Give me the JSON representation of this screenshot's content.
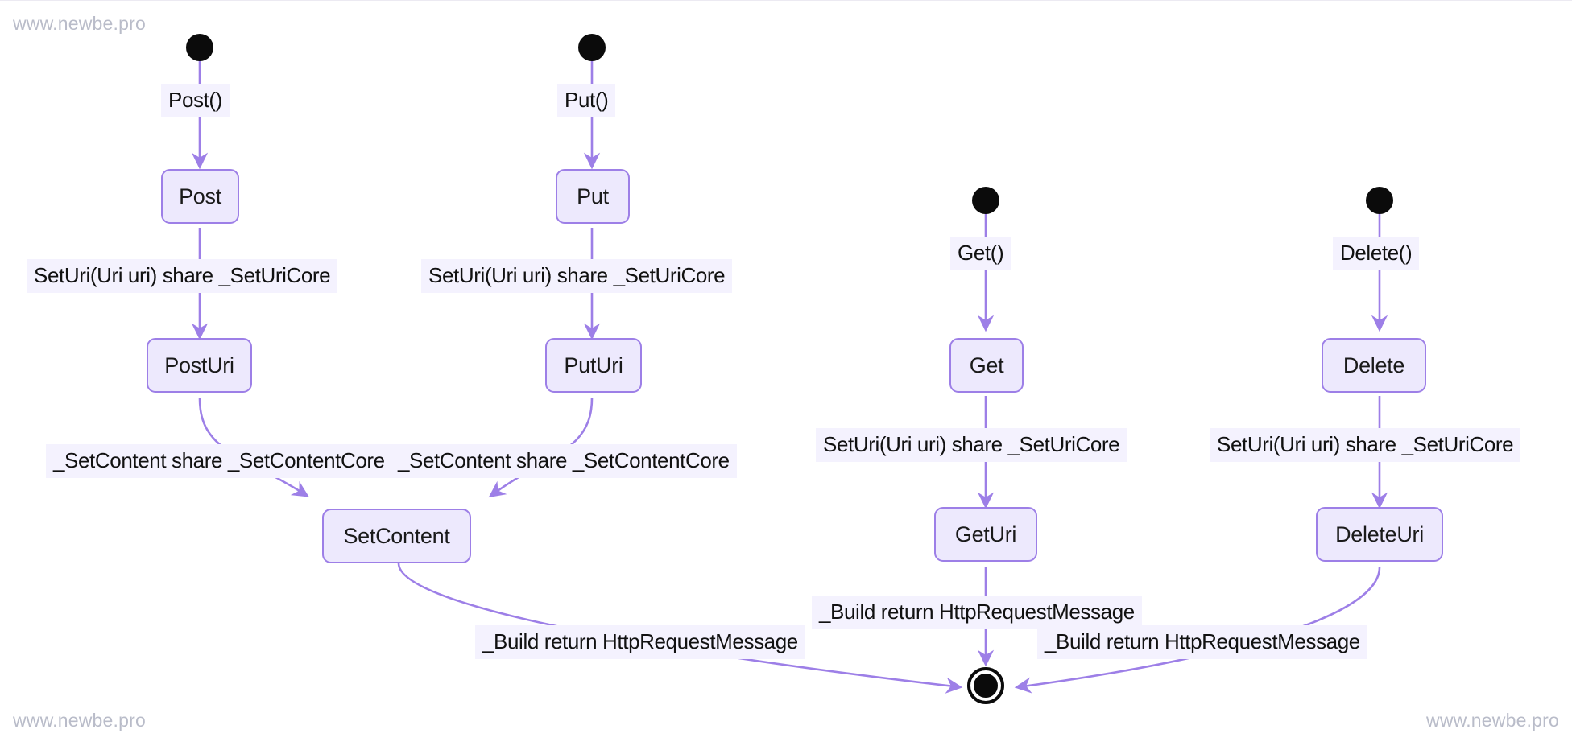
{
  "diagram": {
    "title": "HttpRequestMessage builder activity diagram",
    "type": "uml-activity-diagram",
    "colors": {
      "node_fill": "#EDE9FD",
      "node_border": "#9D7FE7",
      "edge_stroke": "#9D7FE7",
      "label_background": "#F4F2FE",
      "start_end_node": "#0B0B0B",
      "watermark_text": "#B9BCC9",
      "text": "#111111"
    }
  },
  "watermarks": {
    "top_left": "www.newbe.pro",
    "bottom_left": "www.newbe.pro",
    "bottom_right": "www.newbe.pro"
  },
  "nodes": [
    {
      "id": "start-post",
      "label": "",
      "kind": "start"
    },
    {
      "id": "start-put",
      "label": "",
      "kind": "start"
    },
    {
      "id": "start-get",
      "label": "",
      "kind": "start"
    },
    {
      "id": "start-delete",
      "label": "",
      "kind": "start"
    },
    {
      "id": "post",
      "label": "Post",
      "kind": "state"
    },
    {
      "id": "put",
      "label": "Put",
      "kind": "state"
    },
    {
      "id": "get",
      "label": "Get",
      "kind": "state"
    },
    {
      "id": "delete",
      "label": "Delete",
      "kind": "state"
    },
    {
      "id": "posturi",
      "label": "PostUri",
      "kind": "state"
    },
    {
      "id": "puturi",
      "label": "PutUri",
      "kind": "state"
    },
    {
      "id": "geturi",
      "label": "GetUri",
      "kind": "state"
    },
    {
      "id": "deleteuri",
      "label": "DeleteUri",
      "kind": "state"
    },
    {
      "id": "setcontent",
      "label": "SetContent",
      "kind": "state"
    },
    {
      "id": "end",
      "label": "",
      "kind": "end"
    }
  ],
  "edges": [
    {
      "from": "start-post",
      "to": "post",
      "label": "Post()"
    },
    {
      "from": "start-put",
      "to": "put",
      "label": "Put()"
    },
    {
      "from": "start-get",
      "to": "get",
      "label": "Get()"
    },
    {
      "from": "start-delete",
      "to": "delete",
      "label": "Delete()"
    },
    {
      "from": "post",
      "to": "posturi",
      "label": "SetUri(Uri uri) share _SetUriCore"
    },
    {
      "from": "put",
      "to": "puturi",
      "label": "SetUri(Uri uri) share _SetUriCore"
    },
    {
      "from": "get",
      "to": "geturi",
      "label": "SetUri(Uri uri) share _SetUriCore"
    },
    {
      "from": "delete",
      "to": "deleteuri",
      "label": "SetUri(Uri uri) share _SetUriCore"
    },
    {
      "from": "posturi",
      "to": "setcontent",
      "label": "_SetContent share _SetContentCore"
    },
    {
      "from": "puturi",
      "to": "setcontent",
      "label": "_SetContent share _SetContentCore"
    },
    {
      "from": "setcontent",
      "to": "end",
      "label": "_Build return HttpRequestMessage"
    },
    {
      "from": "geturi",
      "to": "end",
      "label": "_Build return HttpRequestMessage"
    },
    {
      "from": "deleteuri",
      "to": "end",
      "label": "_Build return HttpRequestMessage"
    }
  ],
  "labels": {
    "post_call": "Post()",
    "put_call": "Put()",
    "get_call": "Get()",
    "delete_call": "Delete()",
    "seturi_post": "SetUri(Uri uri) share _SetUriCore",
    "seturi_put": "SetUri(Uri uri) share _SetUriCore",
    "seturi_get": "SetUri(Uri uri) share _SetUriCore",
    "seturi_delete": "SetUri(Uri uri) share _SetUriCore",
    "setcontent_post": "_SetContent share _SetContentCore",
    "setcontent_put": "_SetContent share _SetContentCore",
    "build_setcontent": "_Build return HttpRequestMessage",
    "build_geturi": "_Build return HttpRequestMessage",
    "build_deleteuri": "_Build return HttpRequestMessage"
  },
  "node_labels": {
    "post": "Post",
    "put": "Put",
    "get": "Get",
    "delete": "Delete",
    "posturi": "PostUri",
    "puturi": "PutUri",
    "geturi": "GetUri",
    "deleteuri": "DeleteUri",
    "setcontent": "SetContent"
  }
}
